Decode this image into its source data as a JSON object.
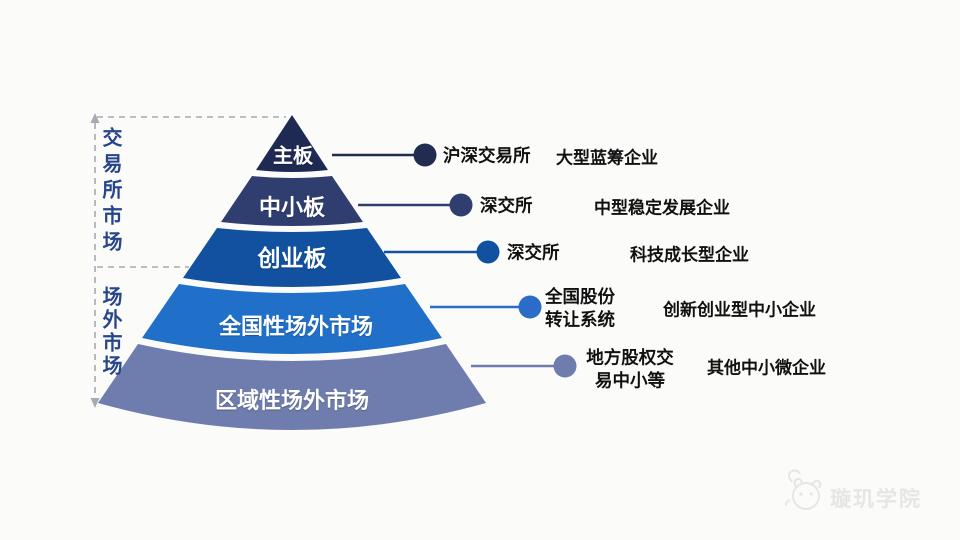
{
  "pyramid": {
    "levels": [
      {
        "label": "主板",
        "color": "#1f2a52"
      },
      {
        "label": "中小板",
        "color": "#2f3e6e"
      },
      {
        "label": "创业板",
        "color": "#11519f"
      },
      {
        "label": "全国性场外市场",
        "color": "#2070ca"
      },
      {
        "label": "区域性场外市场",
        "color": "#6e7dad"
      }
    ]
  },
  "market_groups": [
    {
      "label": "交易所市场"
    },
    {
      "label": "场外市场"
    }
  ],
  "annotations": [
    {
      "institution_lines": [
        "沪深交易所"
      ],
      "enterprise": "大型蓝筹企业",
      "dot_color": "#222b50",
      "line_color": "#222b50"
    },
    {
      "institution_lines": [
        "深交所"
      ],
      "enterprise": "中型稳定发展企业",
      "dot_color": "#2f3e6e",
      "line_color": "#2f3e6e"
    },
    {
      "institution_lines": [
        "深交所"
      ],
      "enterprise": "科技成长型企业",
      "dot_color": "#11519f",
      "line_color": "#11519f"
    },
    {
      "institution_lines": [
        "全国股份",
        "转让系统"
      ],
      "enterprise": "创新创业型中小企业",
      "dot_color": "#2a6cc8",
      "line_color": "#2a6cc8"
    },
    {
      "institution_lines": [
        "地方股权交",
        "易中小等"
      ],
      "enterprise": "其他中小微企业",
      "dot_color": "#6e7dad",
      "line_color": "#6e7dad"
    }
  ],
  "colors": {
    "background": "#fbfbf9",
    "bracket_line": "#a6aab1",
    "group_label_text": "#26458c",
    "annotation_text": "#111111",
    "level_label_text": "#ffffff"
  },
  "watermark": {
    "text": "璇玑学院",
    "color": "#e6e6e4"
  }
}
